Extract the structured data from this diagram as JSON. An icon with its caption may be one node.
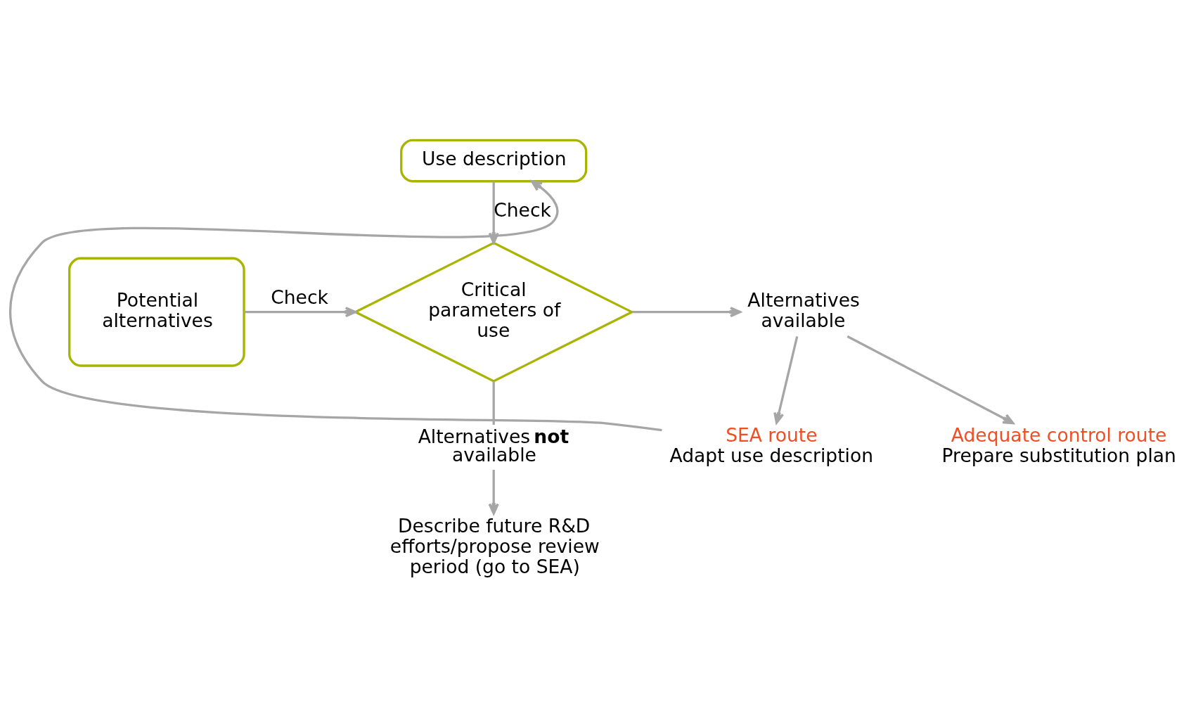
{
  "diagram": {
    "nodes": [
      {
        "text": [
          "Use description"
        ]
      },
      {
        "text": [
          "Potential alternatives"
        ]
      },
      {
        "text": [
          "Critical parameters of use"
        ]
      },
      {
        "text": [
          "Alternatives available"
        ]
      },
      {
        "text": [
          "SEA route",
          "Adapt use description"
        ]
      },
      {
        "text": [
          "Adequate control route",
          "Prepare substitution plan"
        ]
      },
      {
        "text": [
          "Alternatives **not** available"
        ]
      },
      {
        "text": [
          "Describe future R&D efforts/propose review period (go to SEA)"
        ]
      }
    ],
    "edges": [
      {
        "from": 0,
        "to": 2,
        "arrow": "to",
        "label": "Check"
      },
      {
        "from": 1,
        "to": 2,
        "arrow": "to",
        "label": "Check"
      },
      {
        "from": 2,
        "to": 3,
        "arrow": "to"
      },
      {
        "from": 3,
        "to": 4,
        "arrow": "to"
      },
      {
        "from": 3,
        "to": 5,
        "arrow": "to"
      },
      {
        "from": 4,
        "to": 0,
        "arrow": "to"
      },
      {
        "from": 2,
        "to": 6,
        "arrow": "none"
      },
      {
        "from": 6,
        "to": 7,
        "arrow": "to"
      }
    ]
  }
}
